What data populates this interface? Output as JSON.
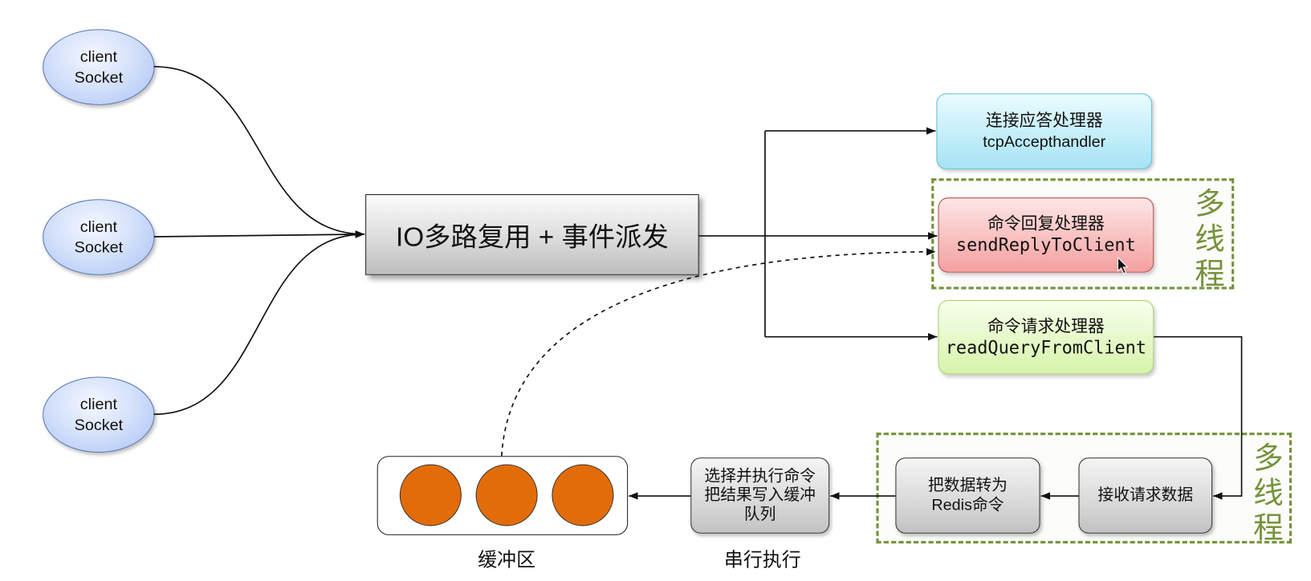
{
  "clients": [
    {
      "line1": "client",
      "line2": "Socket"
    },
    {
      "line1": "client",
      "line2": "Socket"
    },
    {
      "line1": "client",
      "line2": "Socket"
    }
  ],
  "dispatcher": {
    "label": "IO多路复用 + 事件派发"
  },
  "handlers": {
    "accept": {
      "title": "连接应答处理器",
      "name": "tcpAccepthandler"
    },
    "reply": {
      "title": "命令回复处理器",
      "name": "sendReplyToClient"
    },
    "query": {
      "title": "命令请求处理器",
      "name": "readQueryFromClient"
    }
  },
  "multithread_groups": [
    {
      "label": "多线程"
    },
    {
      "label": "多线程"
    }
  ],
  "pipeline": {
    "receive": {
      "lines": [
        "接收请求数据"
      ]
    },
    "convert": {
      "lines": [
        "把数据转为",
        "Redis命令"
      ]
    },
    "execute": {
      "lines": [
        "选择并执行命令",
        "把结果写入缓冲",
        "队列"
      ]
    }
  },
  "captions": {
    "buffer": "缓冲区",
    "serial": "串行执行"
  },
  "icons": {
    "cursor": "mouse-cursor-icon"
  },
  "colors": {
    "multithread": "#76923c",
    "buffer_item": "#e36c0a",
    "client_fill": "#a9c1f3",
    "accept_fill": "#a6e3f4",
    "reply_fill": "#f4a0a0",
    "query_fill": "#d6f3aa"
  }
}
